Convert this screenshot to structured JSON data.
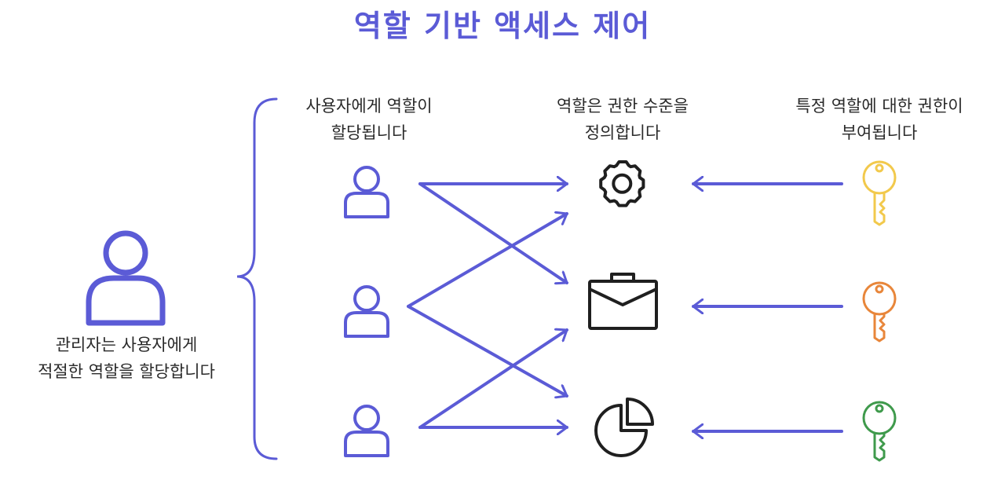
{
  "title": "역할 기반 액세스 제어",
  "colors": {
    "accent": "#5b5bd6",
    "key_yellow": "#f2c94c",
    "key_orange": "#e8863a",
    "key_green": "#3f9a4c",
    "icon_dark": "#1f1f1f"
  },
  "admin": {
    "icon": "admin-user-icon",
    "caption_line1": "관리자는 사용자에게",
    "caption_line2": "적절한 역할을 할당합니다"
  },
  "columns": {
    "users": {
      "line1": "사용자에게 역할이",
      "line2": "할당됩니다"
    },
    "roles": {
      "line1": "역할은 권한 수준을",
      "line2": "정의합니다"
    },
    "permissions": {
      "line1": "특정 역할에 대한 권한이",
      "line2": "부여됩니다"
    }
  },
  "users": [
    "user-icon",
    "user-icon",
    "user-icon"
  ],
  "roles": [
    "gear-icon",
    "briefcase-icon",
    "pie-chart-icon"
  ],
  "keys": [
    "key-icon-yellow",
    "key-icon-orange",
    "key-icon-green"
  ]
}
